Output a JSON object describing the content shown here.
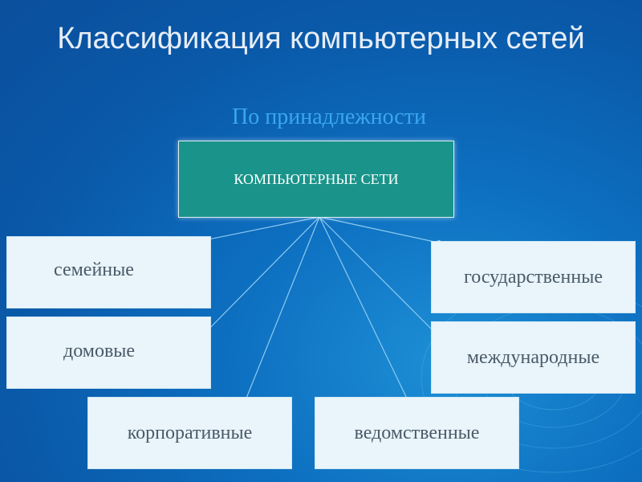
{
  "title": "Классификация компьютерных сетей",
  "subtitle": "По принадлежности",
  "root": {
    "label": "КОМПЬЮТЕРНЫЕ СЕТИ"
  },
  "nodes": {
    "family": "семейные",
    "home": "домовые",
    "state": "государственные",
    "international": "международные",
    "corporate": "корпоративные",
    "departmental": "ведомственные"
  },
  "colors": {
    "background": "#0a58a8",
    "root_fill": "#1a948a",
    "node_fill": "#e9f5fb",
    "subtitle": "#3aa7f0",
    "connector": "#8fcaf0"
  }
}
